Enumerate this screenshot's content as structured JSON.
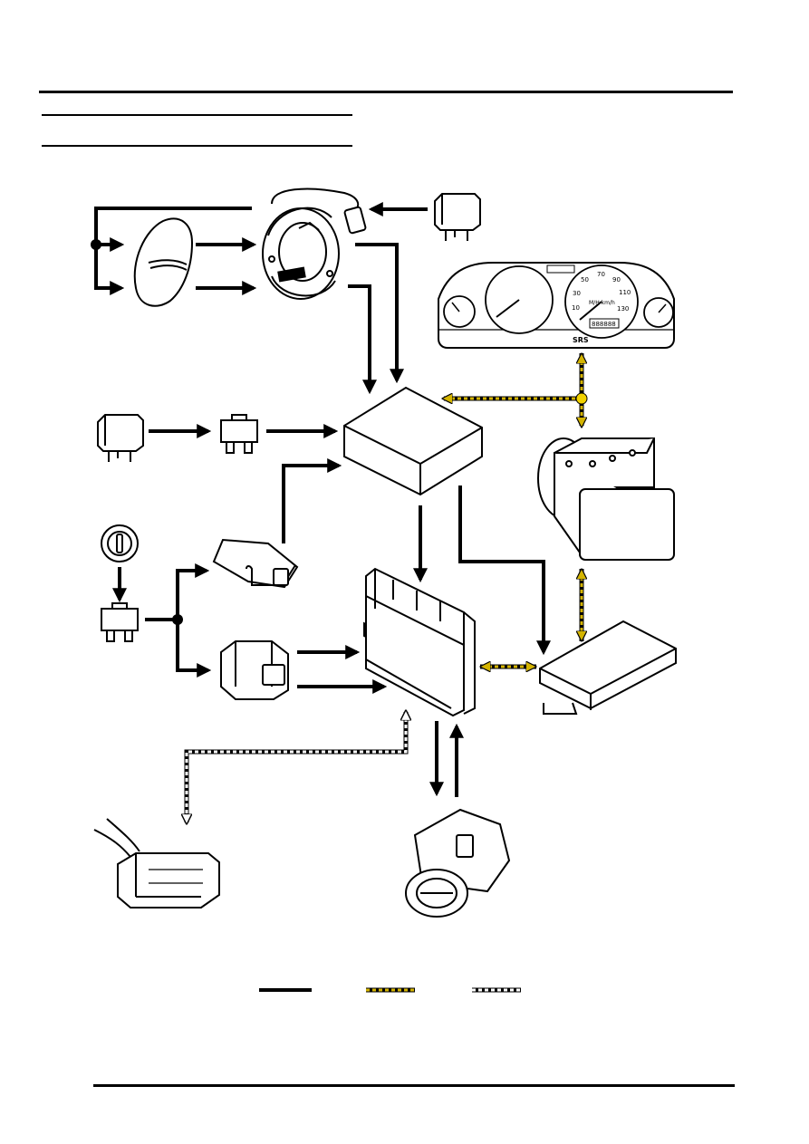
{
  "instrument_cluster": {
    "speed_numbers": [
      "10",
      "30",
      "50",
      "70",
      "90",
      "110",
      "130"
    ],
    "speed_unit": "M/H km/h",
    "odometer": "888888",
    "srs_label": "SRS"
  },
  "legend": {
    "items": [
      {
        "kind": "hardwired",
        "color": "#000000"
      },
      {
        "kind": "can-bus",
        "color": "#d4b400"
      },
      {
        "kind": "diagnostic-serial",
        "color": "#000000"
      }
    ]
  },
  "colors": {
    "line": "#000000",
    "can_bus": "#d4b400",
    "node_fill": "#f2d200"
  }
}
